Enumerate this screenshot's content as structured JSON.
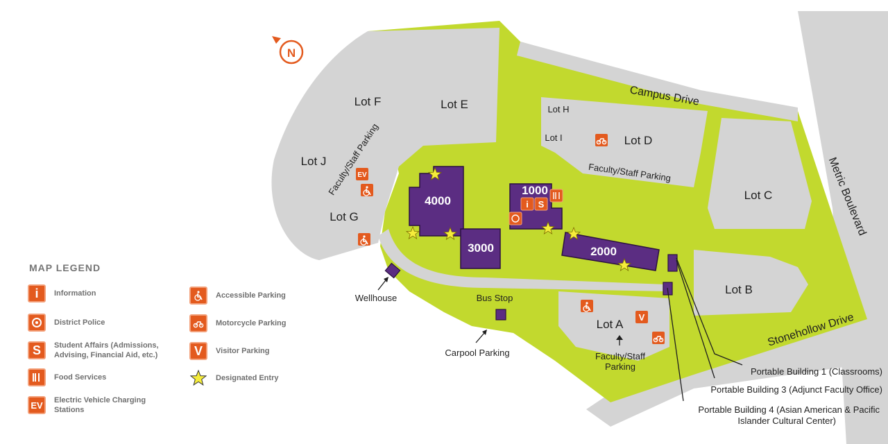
{
  "compass": {
    "label": "N"
  },
  "lots": {
    "f": "Lot F",
    "e": "Lot E",
    "j": "Lot J",
    "g": "Lot G",
    "h": "Lot H",
    "i": "Lot I",
    "d": "Lot D",
    "c": "Lot C",
    "b": "Lot B",
    "a": "Lot A"
  },
  "roads": {
    "campus": "Campus Drive",
    "metric": "Metric Boulevard",
    "stonehollow": "Stonehollow Drive"
  },
  "parking_labels": {
    "west": "Faculty/Staff Parking",
    "north": "Faculty/Staff Parking",
    "south_line1": "Faculty/Staff",
    "south_line2": "Parking"
  },
  "buildings": {
    "b4000": "4000",
    "b3000": "3000",
    "b1000": "1000",
    "b2000": "2000"
  },
  "callouts": {
    "wellhouse": "Wellhouse",
    "bus_stop": "Bus Stop",
    "carpool": "Carpool Parking",
    "portable1": "Portable Building 1 (Classrooms)",
    "portable3": "Portable Building 3 (Adjunct Faculty Office)",
    "portable4_line1": "Portable Building 4 (Asian American & Pacific",
    "portable4_line2": "Islander Cultural Center)"
  },
  "map_icons": {
    "info": "i",
    "student": "S",
    "visitor": "V",
    "ev": "EV"
  },
  "legend": {
    "title": "MAP LEGEND",
    "left": [
      {
        "icon": "i",
        "icon_name": "information-icon",
        "label": "Information"
      },
      {
        "icon": "",
        "icon_name": "police-badge-icon",
        "label": "District Police"
      },
      {
        "icon": "S",
        "icon_name": "student-affairs-icon",
        "label": "Student Affairs (Admissions, Advising, Financial Aid, etc.)"
      },
      {
        "icon": "",
        "icon_name": "fork-knife-icon",
        "label": "Food Services"
      },
      {
        "icon": "EV",
        "icon_name": "ev-charging-icon",
        "label": "Electric Vehicle Charging Stations"
      }
    ],
    "right": [
      {
        "icon": "",
        "icon_name": "wheelchair-icon",
        "label": "Accessible Parking"
      },
      {
        "icon": "",
        "icon_name": "motorcycle-icon",
        "label": "Motorcycle Parking"
      },
      {
        "icon": "V",
        "icon_name": "visitor-v-icon",
        "label": "Visitor Parking"
      },
      {
        "icon": "",
        "icon_name": "star-icon",
        "label": "Designated Entry"
      }
    ]
  },
  "colors": {
    "grass": "#c2d92e",
    "paved": "#d4d4d4",
    "building": "#5b2d82",
    "icon": "#e35a1e",
    "star": "#f5ec3b"
  }
}
